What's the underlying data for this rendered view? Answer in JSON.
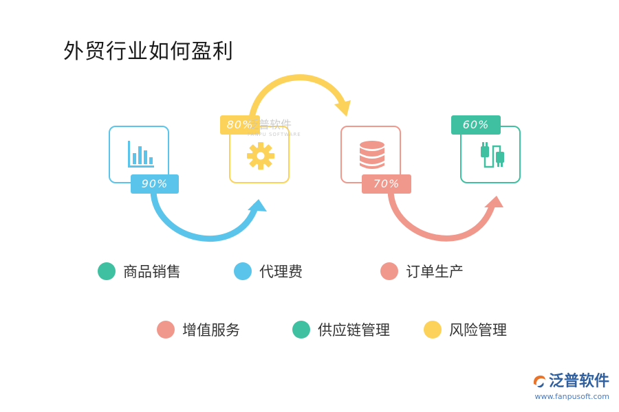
{
  "title": "外贸行业如何盈利",
  "colors": {
    "blue": "#5bc4ea",
    "yellow": "#fcd25a",
    "red": "#f1988d",
    "green": "#3fc0a0"
  },
  "cards": [
    {
      "id": "card-1",
      "icon": "bar-chart-icon",
      "color": "#5bc4ea",
      "badge": "90%"
    },
    {
      "id": "card-2",
      "icon": "gear-icon",
      "color": "#fcd25a",
      "badge": "80%"
    },
    {
      "id": "card-3",
      "icon": "database-icon",
      "color": "#f1988d",
      "badge": "70%"
    },
    {
      "id": "card-4",
      "icon": "usb-cable-icon",
      "color": "#3fc0a0",
      "badge": "60%"
    }
  ],
  "legend": [
    {
      "label": "商品销售",
      "color": "#3fc0a0"
    },
    {
      "label": "代理费",
      "color": "#5bc4ea"
    },
    {
      "label": "订单生产",
      "color": "#f1988d"
    },
    {
      "label": "增值服务",
      "color": "#f1988d"
    },
    {
      "label": "供应链管理",
      "color": "#3fc0a0"
    },
    {
      "label": "风险管理",
      "color": "#fcd25a"
    }
  ],
  "watermark": {
    "name": "泛普软件",
    "sub": "FANPU SOFTWARE"
  },
  "logo": {
    "name": "泛普软件",
    "url": "www.fanpusoft.com"
  }
}
